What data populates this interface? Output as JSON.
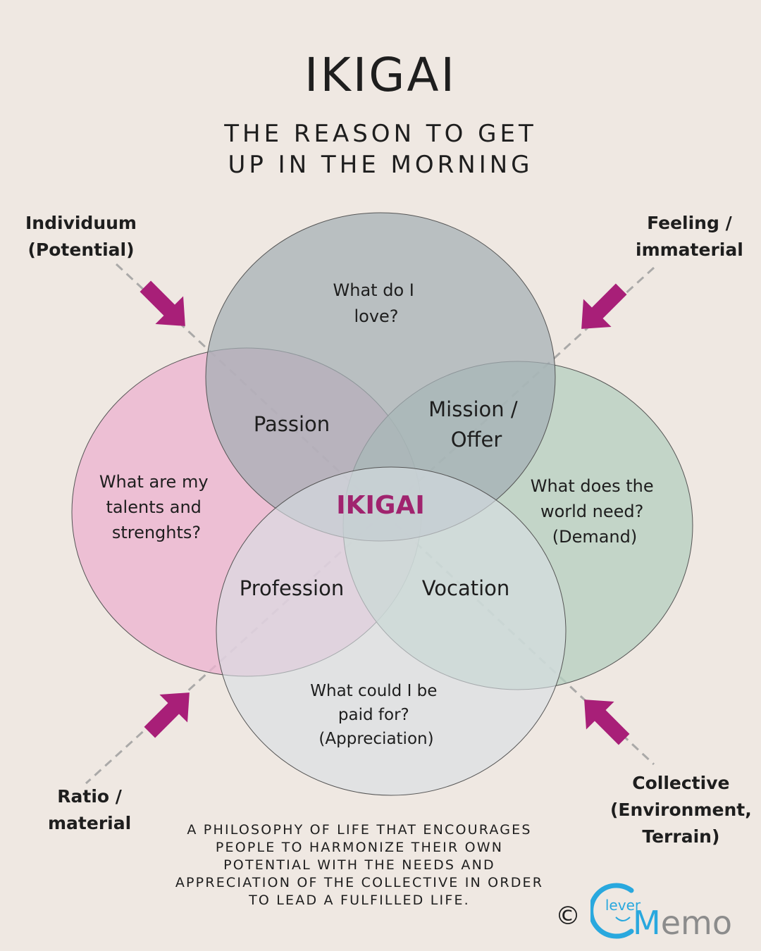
{
  "title": "IKIGAI",
  "subtitle": [
    "THE REASON TO GET",
    "UP IN THE MORNING"
  ],
  "corners": {
    "top_left": [
      "Individuum",
      "(Potential)"
    ],
    "top_right": [
      "Feeling /",
      "immaterial"
    ],
    "bottom_left": [
      "Ratio /",
      "material"
    ],
    "bottom_right": [
      "Collective",
      "(Environment,",
      "Terrain)"
    ]
  },
  "circles": {
    "love": {
      "text": [
        "What do I",
        "love?"
      ],
      "color": "#a4aeb4"
    },
    "talents": {
      "text": [
        "What are my",
        "talents and",
        "strenghts?"
      ],
      "color": "#ecb4cf"
    },
    "world": {
      "text": [
        "What does the",
        "world need?",
        "(Demand)"
      ],
      "color": "#b6d0c0"
    },
    "paid": {
      "text": [
        "What could I be",
        "paid for?",
        "(Appreciation)"
      ],
      "color": "#d8dee4"
    }
  },
  "overlaps": {
    "passion": "Passion",
    "mission": [
      "Mission /",
      "Offer"
    ],
    "profession": "Profession",
    "vocation": "Vocation"
  },
  "center": {
    "label": "IKIGAI",
    "color": "#a0236e"
  },
  "arrow_color": "#a81f78",
  "footer": [
    "A PHILOSOPHY OF LIFE THAT ENCOURAGES",
    "PEOPLE TO HARMONIZE THEIR OWN",
    "POTENTIAL WITH THE NEEDS AND",
    "APPRECIATION OF THE COLLECTIVE IN ORDER",
    "TO LEAD A FULFILLED LIFE."
  ],
  "copyright": "©",
  "logo": {
    "top": "lever",
    "main": "Memo",
    "accent": "#29a8de",
    "gray": "#8c8c8c"
  }
}
